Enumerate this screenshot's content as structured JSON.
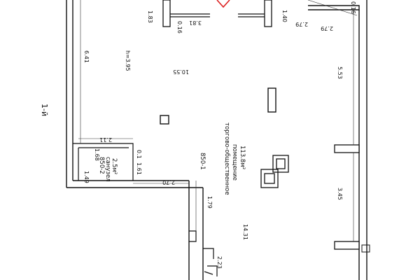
{
  "drawing": {
    "floor_mark": "1-й",
    "room_main": {
      "code": "850-1",
      "name_line1": "торгово-общественное",
      "name_line2": "помещение",
      "area": "113.8м²"
    },
    "room_wc": {
      "code": "850-2",
      "name": "санузел",
      "area": "2.5м²"
    },
    "height_mark": "h=3.95",
    "dimensions": {
      "d_183": "1.83",
      "d_016_top": "0.16",
      "d_381": "3.81",
      "d_140": "1.40",
      "d_279": "2.79",
      "d_016_right": "0.16",
      "d_641": "6.41",
      "d_1055": "10.55",
      "d_553": "5.53",
      "d_211": "2.11",
      "d_168": "1.68",
      "d_01": "0.1",
      "d_161": "1.61",
      "d_149": "1.49",
      "d_270": "2.70",
      "d_179": "1.79",
      "d_345": "3.45",
      "d_1431": "14.31",
      "d_223": "2.23"
    }
  }
}
